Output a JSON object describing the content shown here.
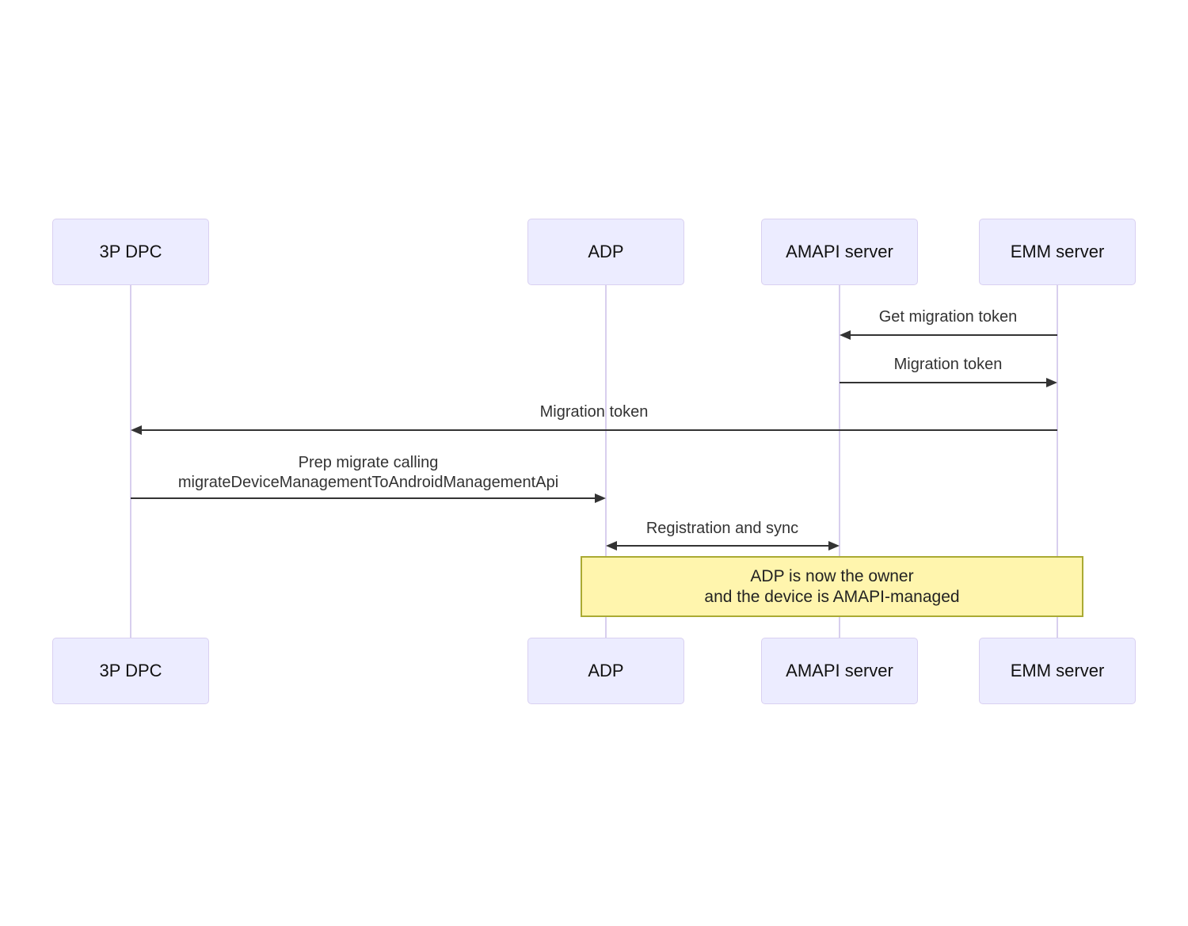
{
  "diagram": {
    "type": "sequence",
    "actors": [
      {
        "id": "3p-dpc",
        "label": "3P DPC"
      },
      {
        "id": "adp",
        "label": "ADP"
      },
      {
        "id": "amapi-server",
        "label": "AMAPI server"
      },
      {
        "id": "emm-server",
        "label": "EMM server"
      }
    ],
    "messages": [
      {
        "from": "EMM server",
        "to": "AMAPI server",
        "label": "Get migration token",
        "direction": "left"
      },
      {
        "from": "AMAPI server",
        "to": "EMM server",
        "label": "Migration token",
        "direction": "right"
      },
      {
        "from": "EMM server",
        "to": "3P DPC",
        "label": "Migration token",
        "direction": "left"
      },
      {
        "from": "3P DPC",
        "to": "ADP",
        "label_line1": "Prep migrate calling",
        "label_line2": "migrateDeviceManagementToAndroidManagementApi",
        "direction": "right"
      },
      {
        "from": "ADP",
        "to": "AMAPI server",
        "label": "Registration and sync",
        "direction": "both"
      }
    ],
    "note": {
      "over": [
        "ADP",
        "AMAPI server",
        "EMM server"
      ],
      "line1": "ADP is now the owner",
      "line2": "and the device is AMAPI-managed"
    },
    "colors": {
      "actor_fill": "#ececff",
      "actor_border": "#d9d0f1",
      "lifeline": "#d8cfee",
      "signal_line": "#333333",
      "message_text": "#333333",
      "note_fill": "#fff5ad",
      "note_border": "#aaaa33"
    }
  }
}
